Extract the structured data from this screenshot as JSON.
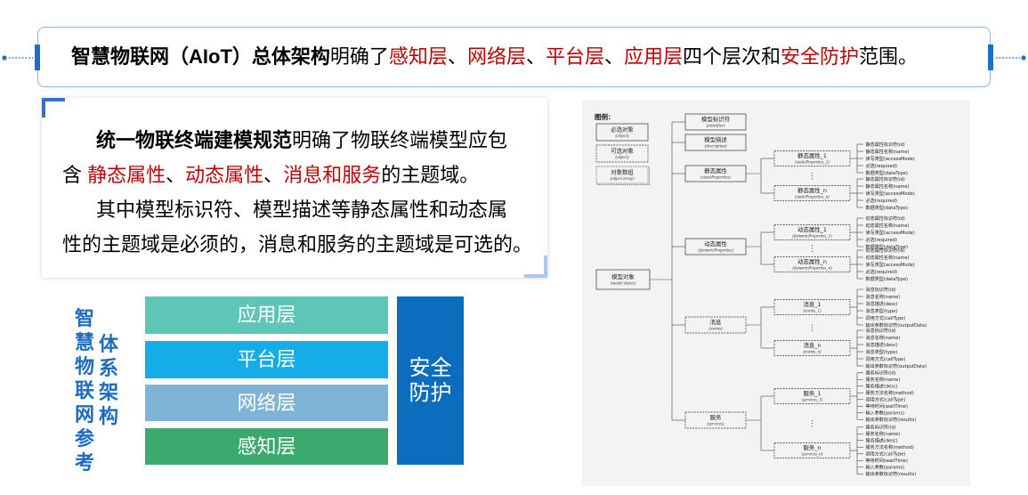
{
  "theme": {
    "highlight": "#C00000",
    "accent": "#1F6FC4",
    "title_blue": "#1E6CC0"
  },
  "banner": {
    "subject": "智慧物联网（AIoT）总体架构",
    "verb": "明确了",
    "layers": [
      "感知层",
      "网络层",
      "平台层",
      "应用层"
    ],
    "separator": "、",
    "middle": "四个层次和",
    "scope": "安全防护",
    "ending": "范围。"
  },
  "intro": {
    "term": "统一物联终端建模规范",
    "line1": "明确了物联终端模型应包",
    "line2_start": "含 ",
    "domains": [
      "静态属性",
      "动态属性",
      "消息和服务"
    ],
    "separator": "、",
    "line2_end": "的主题域。",
    "line3": "其中模型标识符、模型描述等静态属性和动态属",
    "line4": "性的主题域是必须的，消息和服务的主题域是可选的。"
  },
  "architecture": {
    "title": [
      "智慧物联网参考",
      "体系架构"
    ],
    "layers": [
      {
        "label": "应用层",
        "color": "#5EC5B7"
      },
      {
        "label": "平台层",
        "color": "#14ADE8"
      },
      {
        "label": "网络层",
        "color": "#80B4D6"
      },
      {
        "label": "感知层",
        "color": "#3BAA6E"
      }
    ],
    "security": {
      "label": "安全防护",
      "color": "#0C6DBF"
    }
  },
  "model_tree": {
    "legend": {
      "title": "图例：",
      "required": {
        "cn": "必选对象",
        "en": "(object)"
      },
      "optional": {
        "cn": "可选对象",
        "en": "(object)"
      },
      "array": {
        "cn": "对象数组",
        "en": "(object array)"
      }
    },
    "root": {
      "cn": "模型对象",
      "en": "(model object)"
    },
    "ellipsis": "⋮",
    "branches": [
      {
        "cn": "模型标识符",
        "en": "(identifier)",
        "optional": false,
        "children": []
      },
      {
        "cn": "模型描述",
        "en": "(description)",
        "optional": false,
        "children": []
      },
      {
        "cn": "静态属性",
        "en": "(staticProperties)",
        "optional": false,
        "children": [
          {
            "cn": "静态属性_1",
            "en": "(staticProperties_1)",
            "optional": true,
            "fields": [
              "静态属性标识符(id)",
              "静态属性名称(name)",
              "读写类型(accessMode)",
              "必选(required)",
              "数据类型(dataType)"
            ]
          },
          {
            "cn": "静态属性_n",
            "en": "(staticProperties_n)",
            "optional": true,
            "fields": [
              "静态属性标识符(id)",
              "静态属性名称(name)",
              "读写类型(accessMode)",
              "必选(required)",
              "数据类型(dataType)"
            ]
          }
        ]
      },
      {
        "cn": "动态属性",
        "en": "(dynamicProperties)",
        "optional": false,
        "children": [
          {
            "cn": "动态属性_1",
            "en": "(dynamicProperties_1)",
            "optional": true,
            "fields": [
              "动态属性标识符(id)",
              "动态属性名称(name)",
              "读写类型(accessMode)",
              "必选(required)",
              "数据类型(dataType)"
            ]
          },
          {
            "cn": "动态属性_n",
            "en": "(dynamicProperties_n)",
            "optional": true,
            "fields": [
              "动态属性标识符(id)",
              "动态属性名称(name)",
              "读写类型(accessMode)",
              "必选(required)",
              "数据类型(dataType)"
            ]
          }
        ]
      },
      {
        "cn": "消息",
        "en": "(events)",
        "optional": true,
        "children": [
          {
            "cn": "消息_1",
            "en": "(events_1)",
            "optional": true,
            "fields": [
              "消息标识符(id)",
              "消息名称(name)",
              "消息描述(desc)",
              "消息类型(type)",
              "调用方式(callType)",
              "输出参数标识符(outputData)"
            ]
          },
          {
            "cn": "消息_n",
            "en": "(events_n)",
            "optional": true,
            "fields": [
              "消息标识符(id)",
              "消息名称(name)",
              "消息描述(desc)",
              "消息类型(type)",
              "调用方式(callType)",
              "输出参数标识符(outputData)"
            ]
          }
        ]
      },
      {
        "cn": "服务",
        "en": "(services)",
        "optional": true,
        "children": [
          {
            "cn": "服务_1",
            "en": "(services_1)",
            "optional": true,
            "fields": [
              "服务标识符(id)",
              "服务名称(name)",
              "服务描述(desc)",
              "服务方法名称(method)",
              "调用方式(callType)",
              "等待时间(waitTime)",
              "输入参数(params)",
              "输出参数标识符(results)"
            ]
          },
          {
            "cn": "服务_n",
            "en": "(services_n)",
            "optional": true,
            "fields": [
              "服务标识符(id)",
              "服务名称(name)",
              "服务描述(desc)",
              "服务方法名称(method)",
              "调用方式(callType)",
              "等待时间(waitTime)",
              "输入参数(params)",
              "输出参数标识符(results)"
            ]
          }
        ]
      }
    ]
  }
}
